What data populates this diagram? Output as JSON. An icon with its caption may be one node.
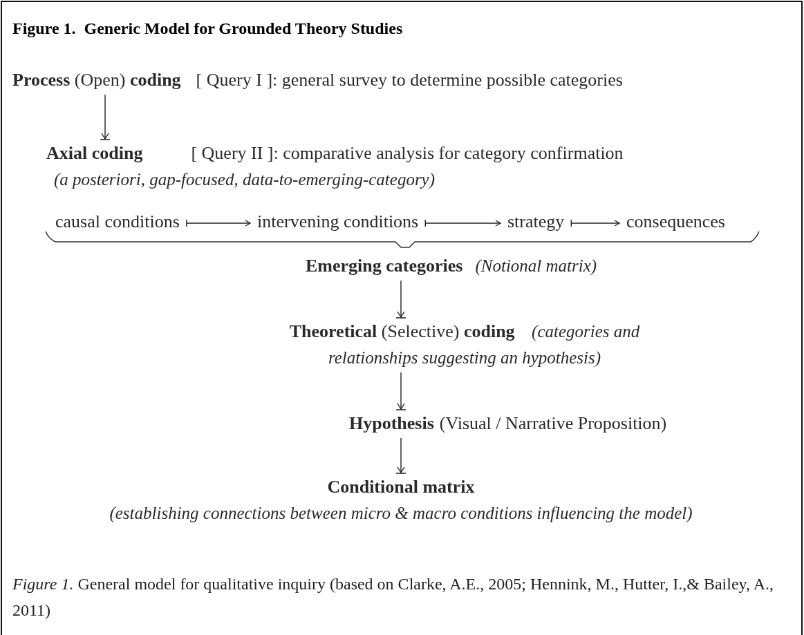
{
  "diagram": {
    "title": "Figure 1.  Generic Model for Grounded Theory Studies",
    "nodes": [
      {
        "text": [
          "**Process** (Open) **coding**",
          "[ Query I ]: general survey to determine possible categories"
        ]
      },
      {
        "text": [
          "Axial coding",
          "[ Query II ]: comparative analysis for category confirmation",
          "(a posteriori, gap-focused, data-to-emerging-category)"
        ]
      },
      {
        "text": [
          "causal conditions"
        ]
      },
      {
        "text": [
          "intervening conditions"
        ]
      },
      {
        "text": [
          "strategy"
        ]
      },
      {
        "text": [
          "consequences"
        ]
      },
      {
        "text": [
          "Emerging categories",
          "(Notional matrix)"
        ]
      },
      {
        "text": [
          "**Theoretical** (Selective) **coding**",
          "(categories and relationships suggesting an hypothesis)"
        ]
      },
      {
        "text": [
          "Hypothesis",
          "(Visual / Narrative Proposition)"
        ]
      },
      {
        "text": [
          "Conditional matrix",
          "(establishing connections between micro & macro conditions influencing the model)"
        ]
      }
    ],
    "edges": [
      {
        "from": 0,
        "to": 1,
        "arrow": "to"
      },
      {
        "from": 2,
        "to": 3,
        "arrow": "to"
      },
      {
        "from": 3,
        "to": 4,
        "arrow": "to"
      },
      {
        "from": 4,
        "to": 5,
        "arrow": "to"
      },
      {
        "from": 6,
        "to": 7,
        "arrow": "to"
      },
      {
        "from": 7,
        "to": 8,
        "arrow": "to"
      },
      {
        "from": 8,
        "to": 9,
        "arrow": "to"
      }
    ],
    "caption": "*Figure 1.* General model for qualitative inquiry (based on Clarke, A.E., 2005; Hennink, M., Hutter, I.,& Bailey, A., 2011)"
  }
}
